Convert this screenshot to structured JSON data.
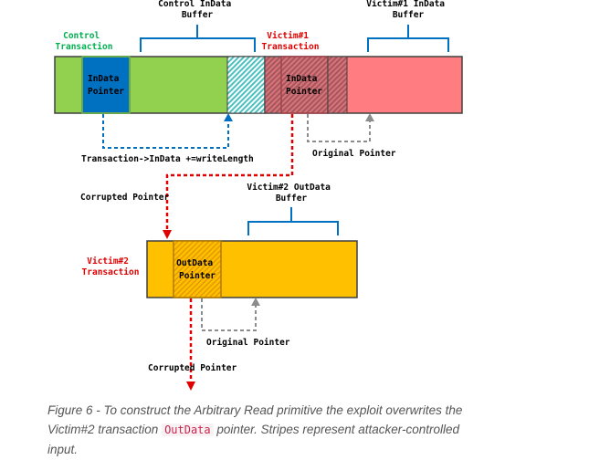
{
  "labels": {
    "control_indata_buffer": [
      "Control InData",
      "Buffer"
    ],
    "victim1_indata_buffer": [
      "Victim#1 InData",
      "Buffer"
    ],
    "control_transaction": [
      "Control",
      "Transaction"
    ],
    "victim1_transaction": [
      "Victim#1",
      "Transaction"
    ],
    "control_indata_pointer": [
      "InData",
      "Pointer"
    ],
    "victim1_indata_pointer": [
      "InData",
      "Pointer"
    ],
    "write_length": "Transaction->InData +=writeLength",
    "original_pointer_1": "Original Pointer",
    "corrupted_pointer_1": "Corrupted Pointer",
    "victim2_outdata_buffer": [
      "Victim#2 OutData",
      "Buffer"
    ],
    "victim2_transaction": [
      "Victim#2",
      "Transaction"
    ],
    "victim2_outdata_pointer": [
      "OutData",
      "Pointer"
    ],
    "original_pointer_2": "Original Pointer",
    "corrupted_pointer_2": "Corrupted Pointer"
  },
  "colors": {
    "control_green": "#92d050",
    "control_pointer_blue": "#0070c0",
    "control_hatch_teal": "#4bc0c0",
    "victim1_red": "#ff7c80",
    "victim1_hatch": "#b85c63",
    "victim2_orange": "#ffc000",
    "label_green": "#00b050",
    "label_red": "#e00000",
    "bracket_blue": "#0070c0",
    "arrow_gray": "#8c8c8c"
  },
  "caption": {
    "before": "Figure 6 - To construct the Arbitrary Read primitive the exploit overwrites the Victim#2 transaction ",
    "code": "OutData",
    "after": " pointer. Stripes represent attacker-controlled input."
  }
}
